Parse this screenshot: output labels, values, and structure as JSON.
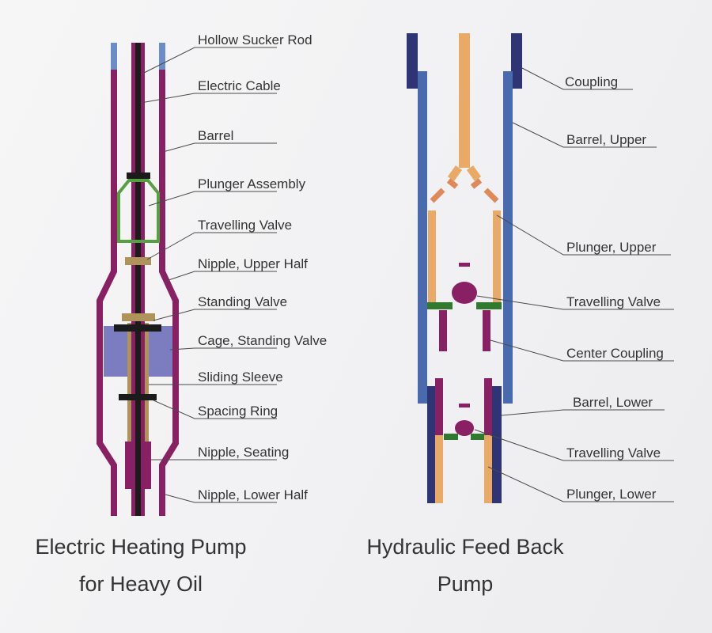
{
  "colors": {
    "maroon": "#8a2064",
    "navy": "#2e2e6e",
    "steel_blue": "#6a8cc8",
    "blue": "#4a6aae",
    "dark_blue": "#2f3474",
    "orange": "#e8aa66",
    "tan": "#b0935a",
    "green": "#55a040",
    "dark_green": "#2f7a2f",
    "lavender": "#7c7cc0",
    "black": "#1b1b1b",
    "salmon": "#e08858"
  },
  "left_pump": {
    "title_line1": "Electric Heating Pump",
    "title_line2": "for Heavy Oil",
    "labels": [
      "Hollow Sucker Rod",
      "Electric Cable",
      "Barrel",
      "Plunger Assembly",
      "Travelling Valve",
      "Nipple, Upper Half",
      "Standing Valve",
      "Cage, Standing Valve",
      "Sliding Sleeve",
      "Spacing Ring",
      "Nipple, Seating",
      "Nipple, Lower Half"
    ]
  },
  "right_pump": {
    "title_line1": "Hydraulic Feed Back",
    "title_line2": "Pump",
    "labels": [
      "Coupling",
      "Barrel, Upper",
      "Plunger, Upper",
      "Travelling Valve",
      "Center Coupling",
      "Barrel, Lower",
      "Travelling Valve",
      "Plunger, Lower"
    ]
  }
}
